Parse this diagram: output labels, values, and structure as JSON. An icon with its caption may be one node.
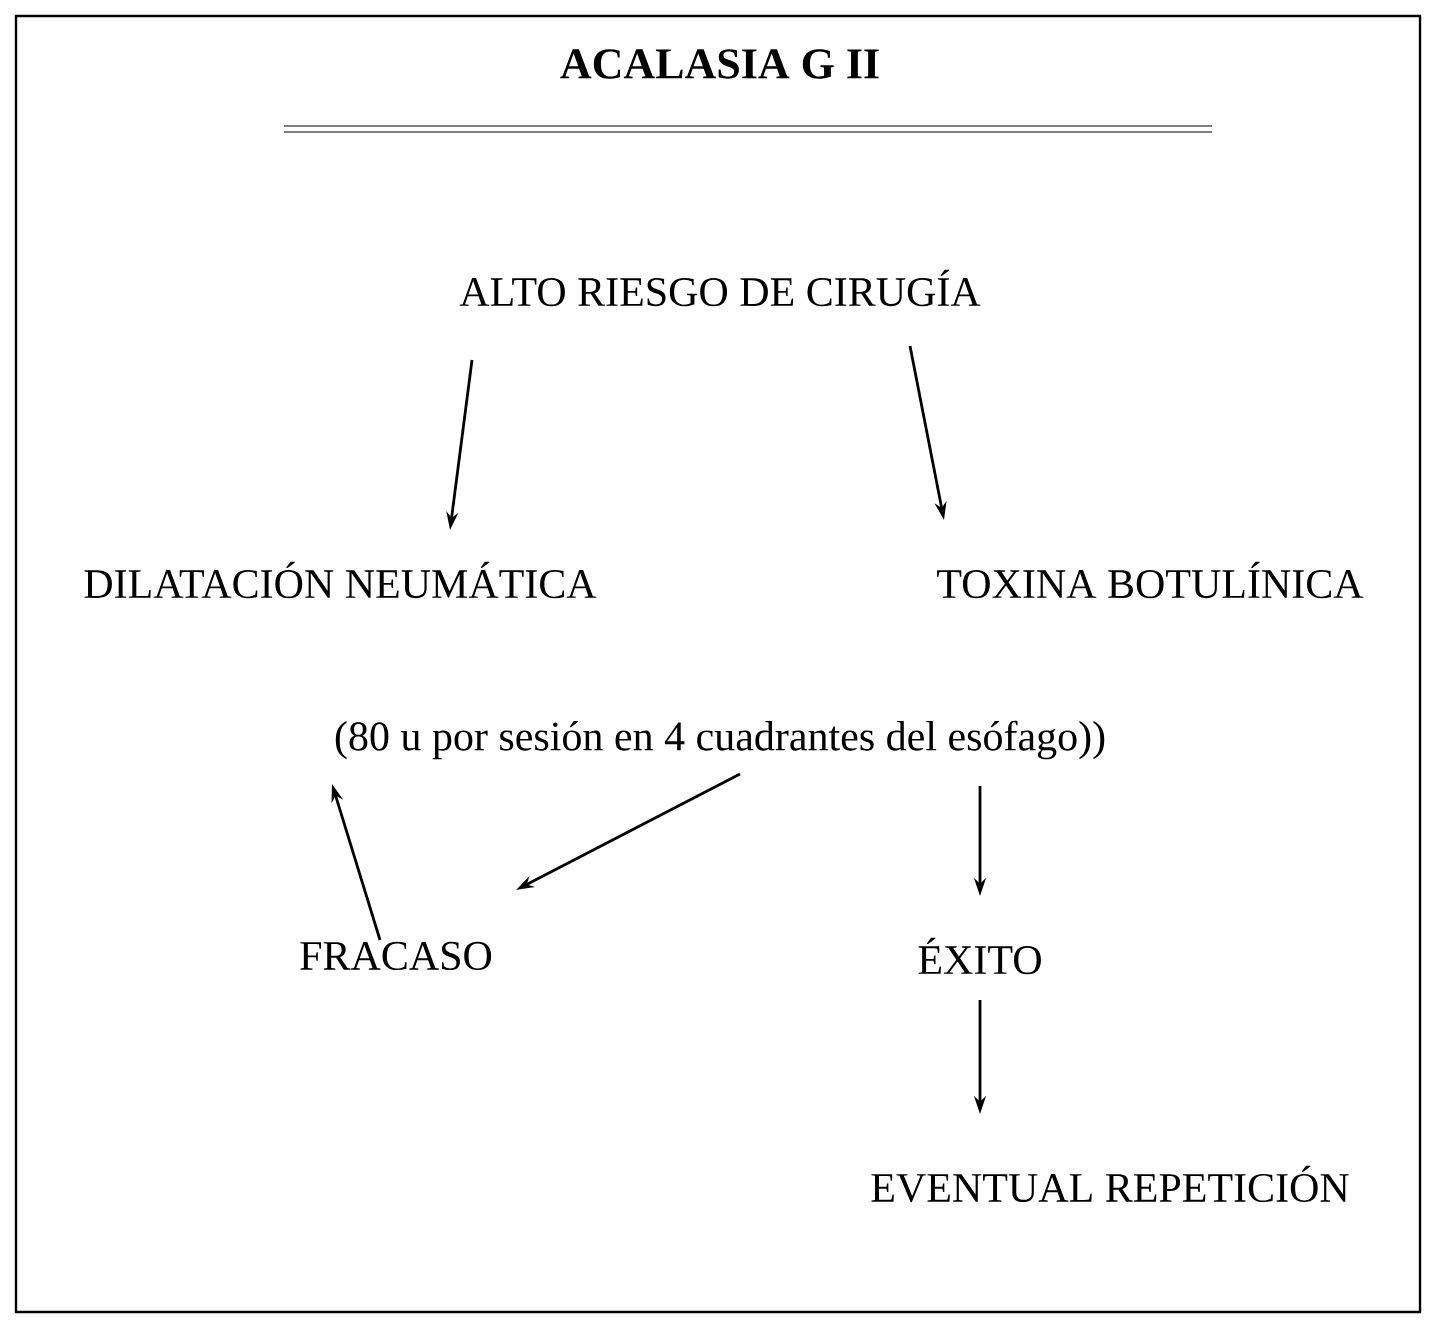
{
  "diagram": {
    "title": "ACALASIA G II",
    "nodes": [
      {
        "text": [
          "ALTO RIESGO DE CIRUGÍA"
        ]
      },
      {
        "text": [
          "DILATACIÓN NEUMÁTICA"
        ]
      },
      {
        "text": [
          "TOXINA BOTULÍNICA"
        ]
      },
      {
        "text": [
          "(80 u por sesión en 4 cuadrantes del esófago))"
        ]
      },
      {
        "text": [
          "FRACASO"
        ]
      },
      {
        "text": [
          "ÉXITO"
        ]
      },
      {
        "text": [
          "EVENTUAL REPETICIÓN"
        ]
      }
    ],
    "edges": [
      {
        "from": 0,
        "to": 1,
        "arrow": "to"
      },
      {
        "from": 0,
        "to": 2,
        "arrow": "to"
      },
      {
        "from": 3,
        "to": 4,
        "arrow": "to"
      },
      {
        "from": 4,
        "to": 3,
        "arrow": "to"
      },
      {
        "from": 3,
        "to": 5,
        "arrow": "to"
      },
      {
        "from": 5,
        "to": 6,
        "arrow": "to"
      }
    ]
  }
}
